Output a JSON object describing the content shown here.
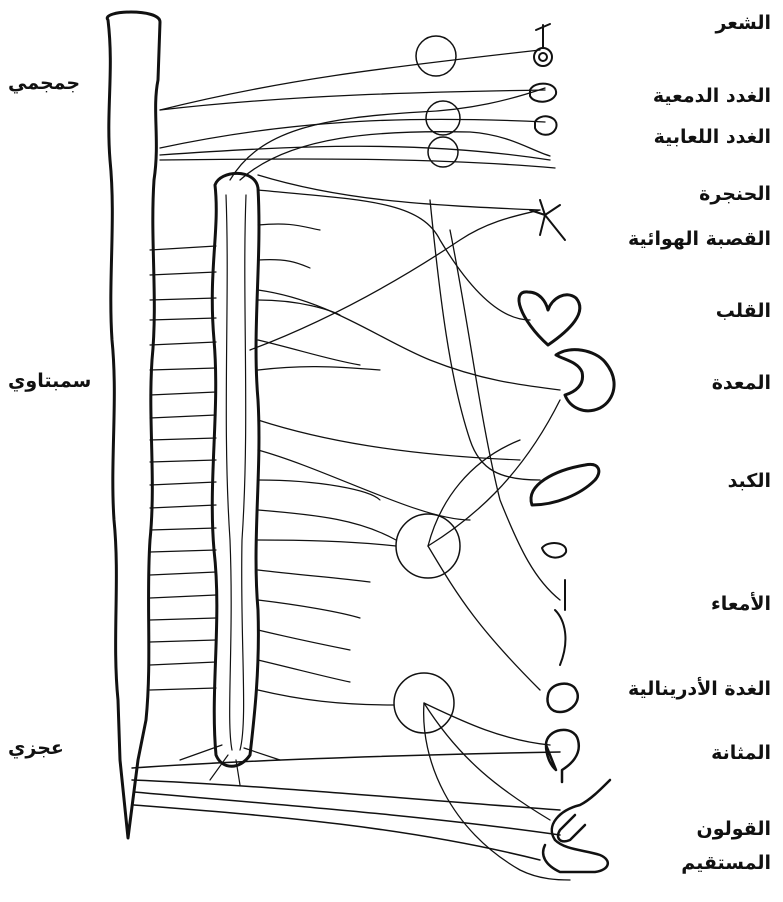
{
  "colors": {
    "ink": "#111111",
    "paper": "#ffffff"
  },
  "regions": {
    "cranial": "جمجمي",
    "sympathetic": "سمبتاوي",
    "sacral": "عجزي"
  },
  "organs": [
    {
      "key": "hair",
      "label": "الشعر"
    },
    {
      "key": "lacrimal",
      "label": "الغدد الدمعية"
    },
    {
      "key": "salivary",
      "label": "الغدد اللعابية"
    },
    {
      "key": "larynx",
      "label": "الحنجرة"
    },
    {
      "key": "trachea",
      "label": "القصبة الهوائية"
    },
    {
      "key": "heart",
      "label": "القلب"
    },
    {
      "key": "stomach",
      "label": "المعدة"
    },
    {
      "key": "liver",
      "label": "الكبد"
    },
    {
      "key": "intestines",
      "label": "الأمعاء"
    },
    {
      "key": "adrenal",
      "label": "الغدة الأدرينالية"
    },
    {
      "key": "bladder",
      "label": "المثانة"
    },
    {
      "key": "colon",
      "label": "القولون"
    },
    {
      "key": "rectum",
      "label": "المستقيم"
    }
  ]
}
